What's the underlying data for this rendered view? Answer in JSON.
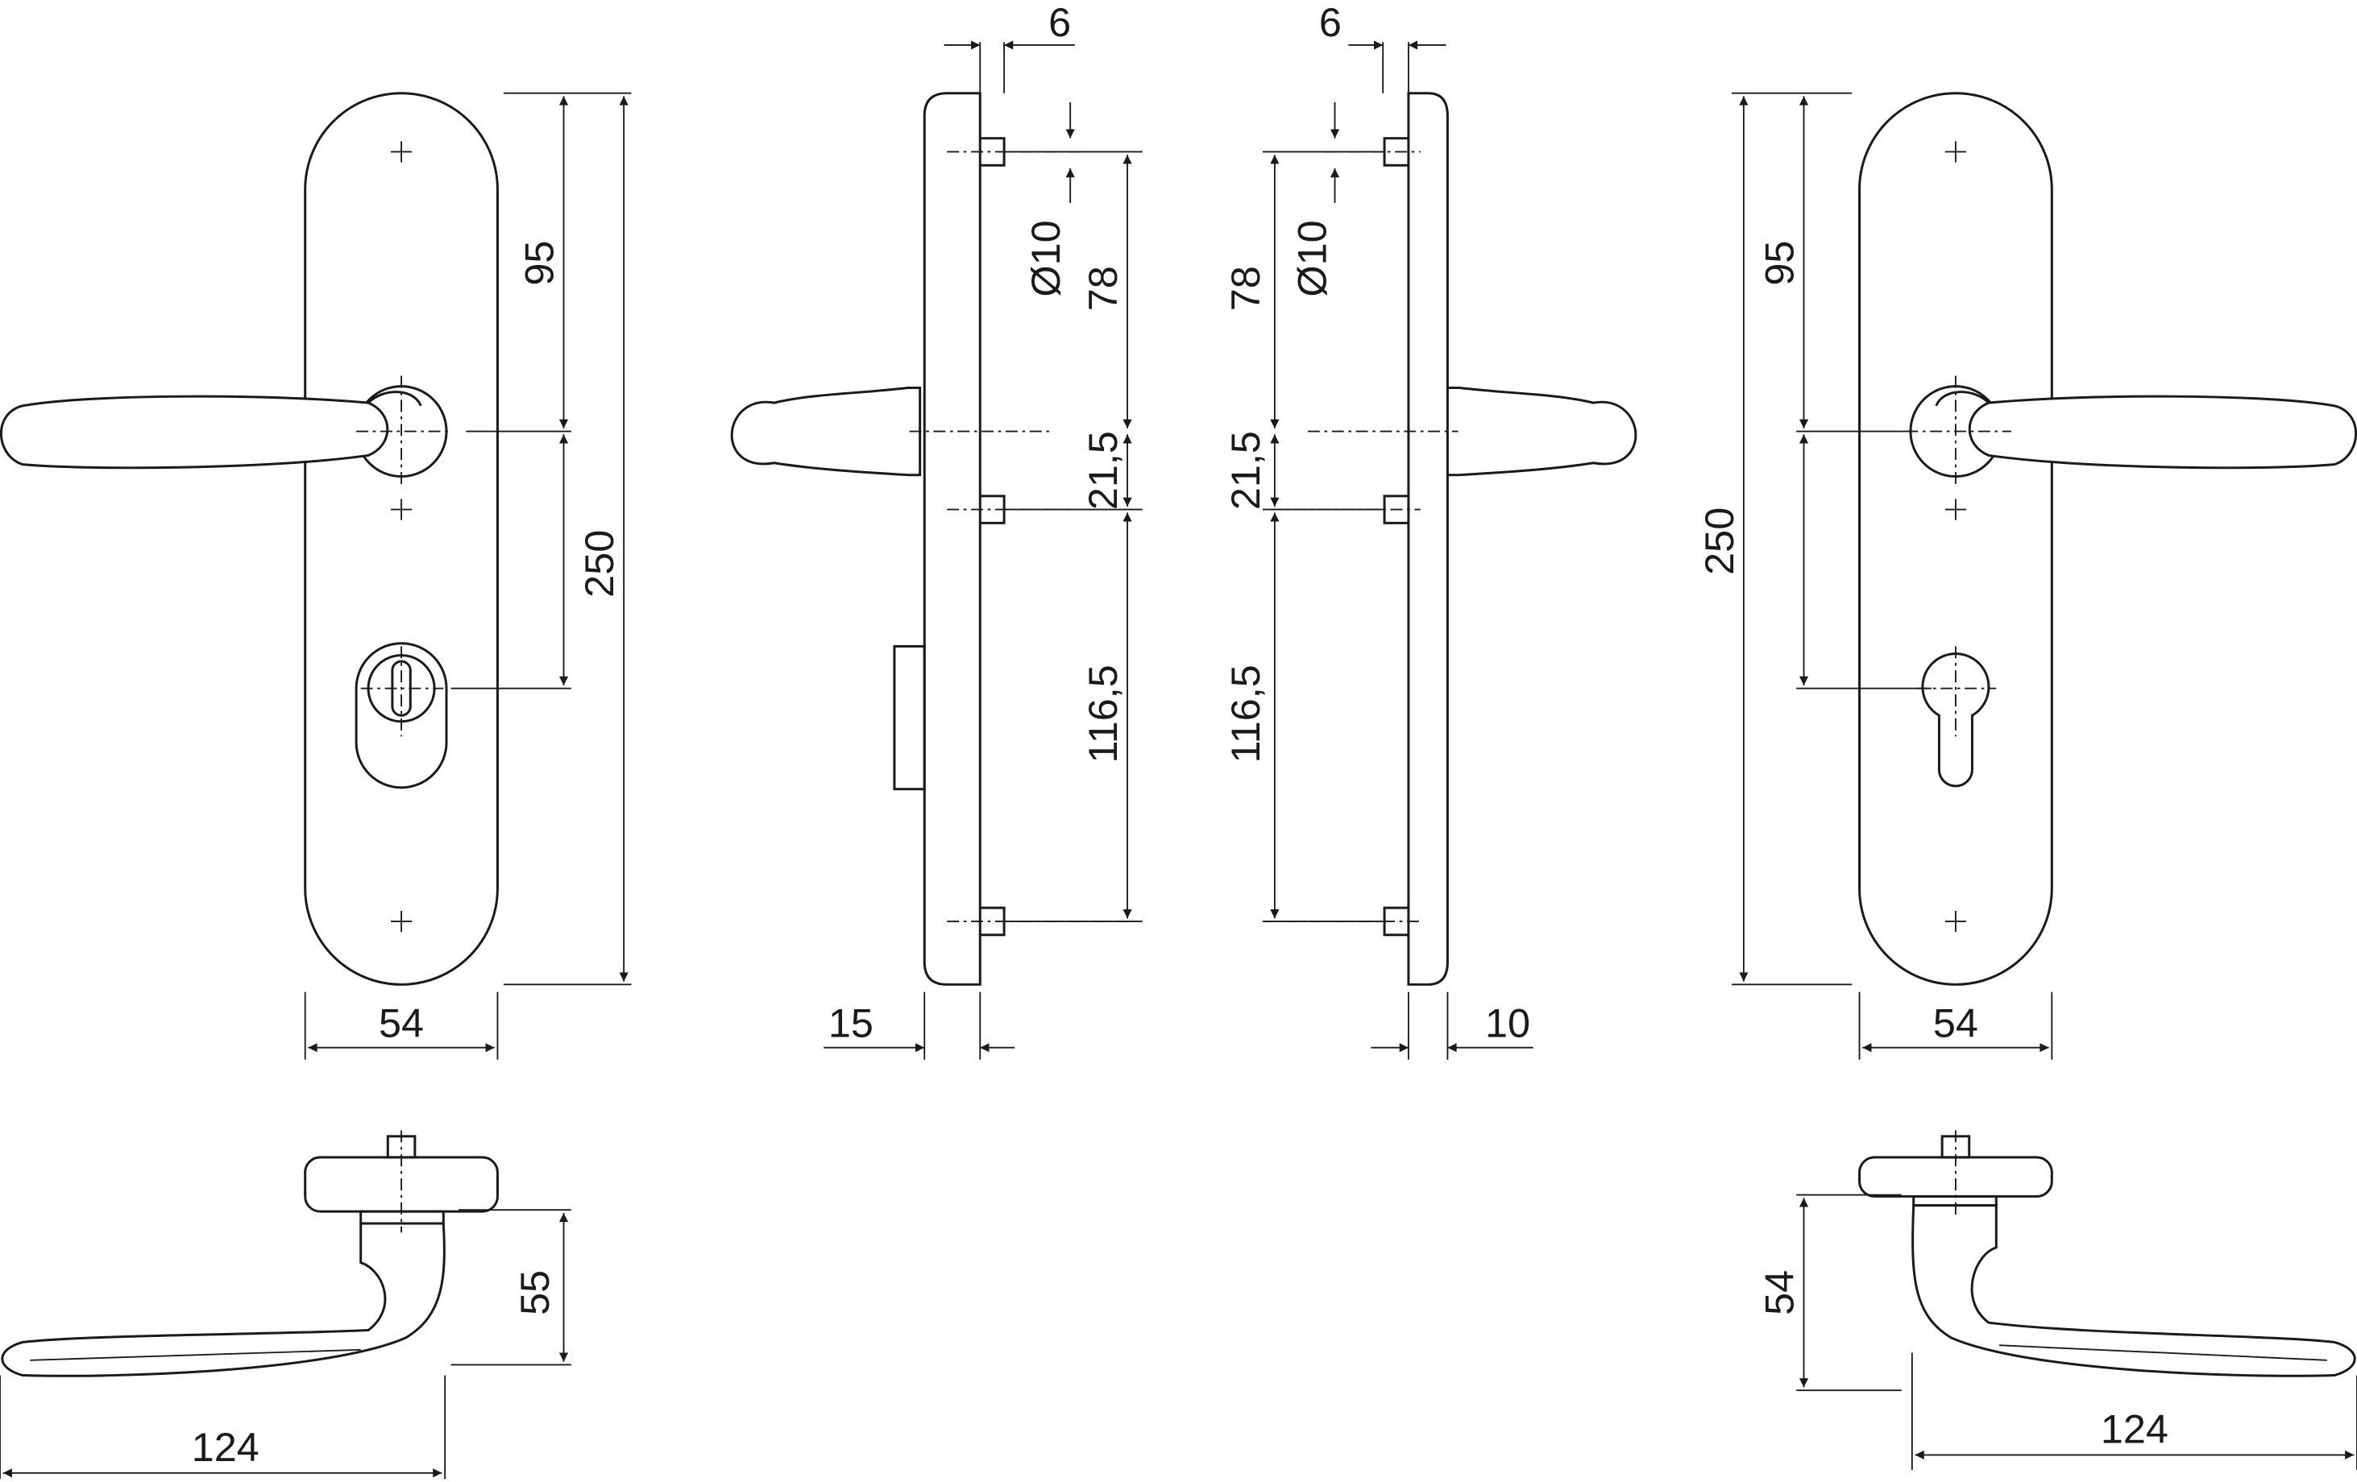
{
  "drawing": {
    "front_left": {
      "dim_top": "95",
      "dim_total": "250",
      "dim_width": "54"
    },
    "side_left": {
      "dim_tenon": "6",
      "dim_diameter": "Ø10",
      "dim_upper": "78",
      "dim_mid": "21,5",
      "dim_lower": "116,5",
      "dim_thickness": "15"
    },
    "side_right": {
      "dim_tenon": "6",
      "dim_diameter": "Ø10",
      "dim_upper": "78",
      "dim_mid": "21,5",
      "dim_lower": "116,5",
      "dim_thickness": "10"
    },
    "front_right": {
      "dim_top": "95",
      "dim_total": "250",
      "dim_width": "54"
    },
    "top_left": {
      "dim_height": "55",
      "dim_length": "124"
    },
    "top_right": {
      "dim_height": "54",
      "dim_length": "124"
    }
  }
}
